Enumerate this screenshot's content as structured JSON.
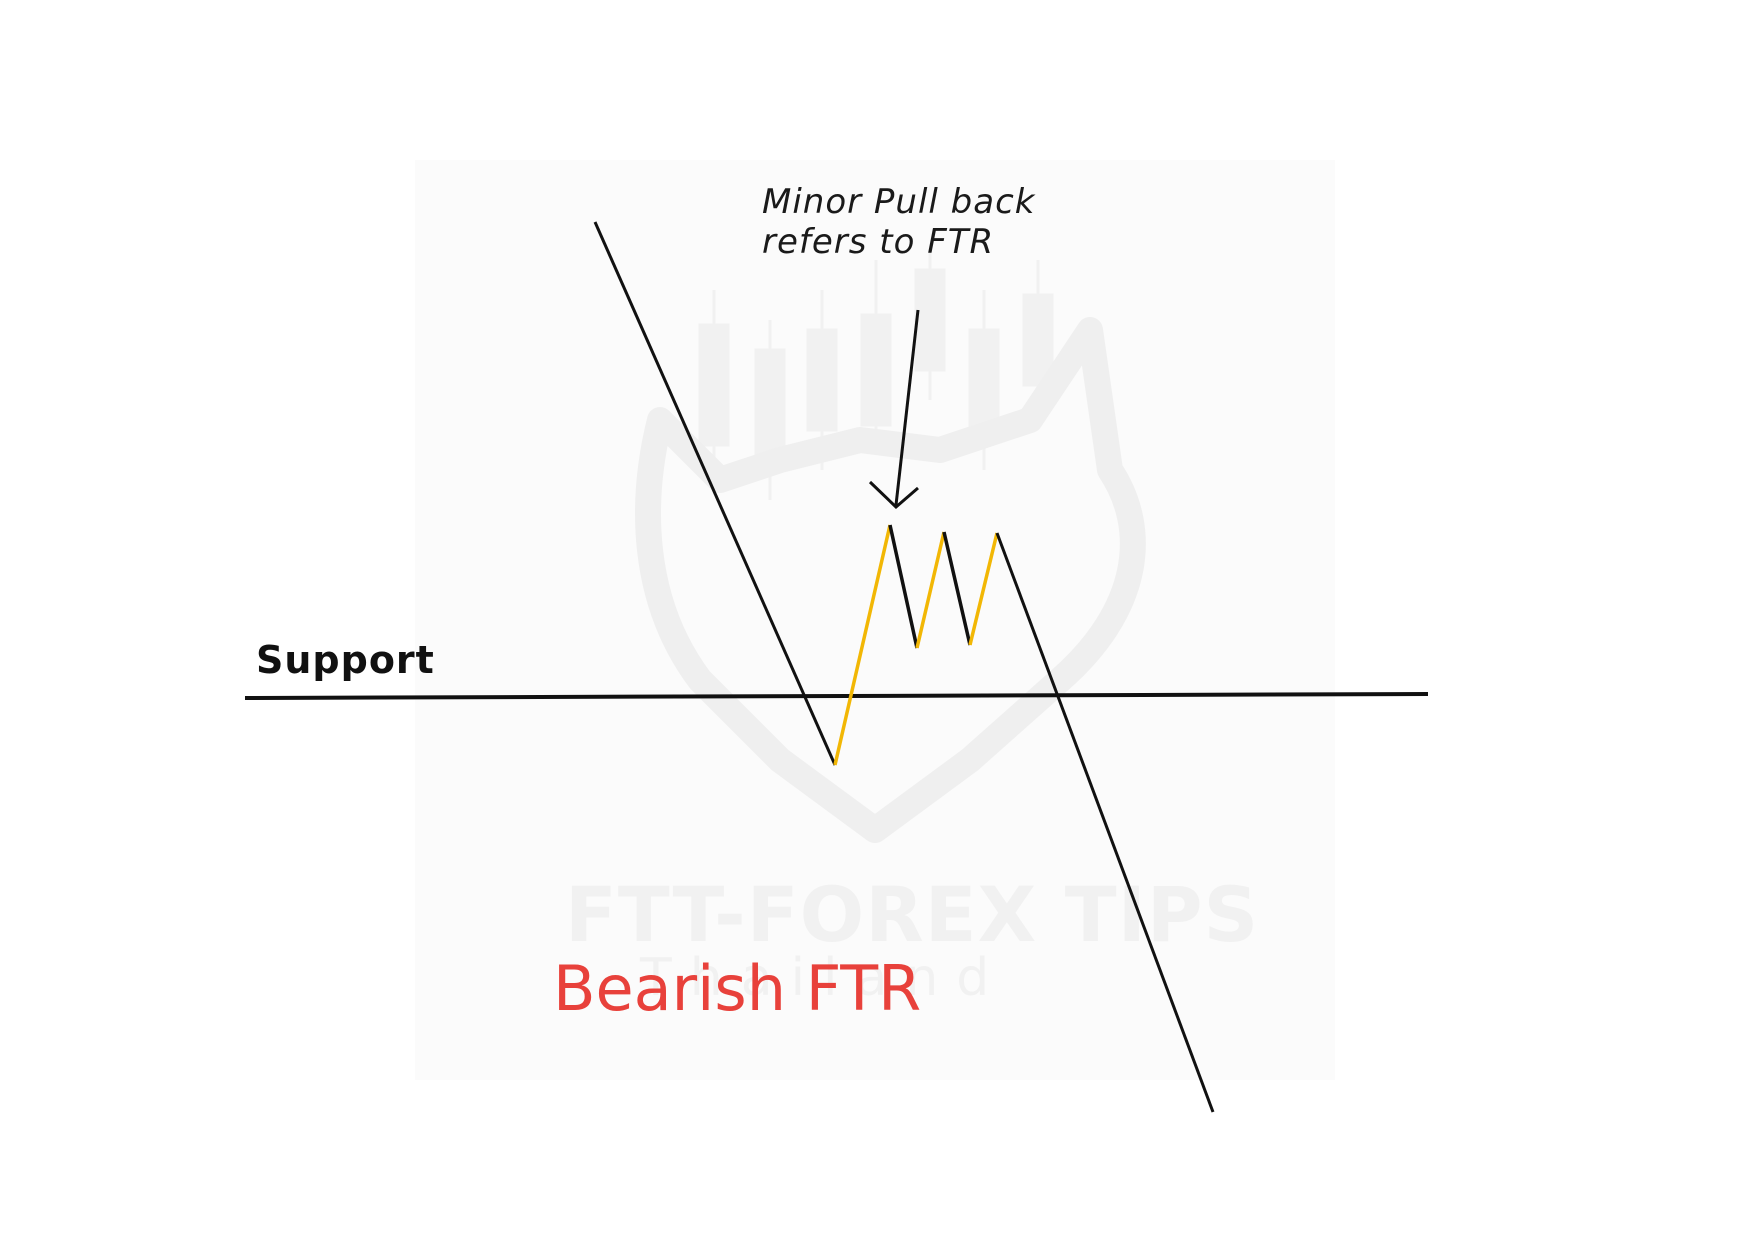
{
  "labels": {
    "support": "Support",
    "callout_line1": "Minor Pull back",
    "callout_line2": "refers to FTR",
    "title": "Bearish FTR"
  },
  "watermark": {
    "text": "FTT-FOREX TIPS",
    "subtext": "Thailand"
  },
  "colors": {
    "price_line": "#111111",
    "pullback_line": "#f2b705",
    "title": "#e8413b",
    "watermark": "#f1f1f1"
  }
}
